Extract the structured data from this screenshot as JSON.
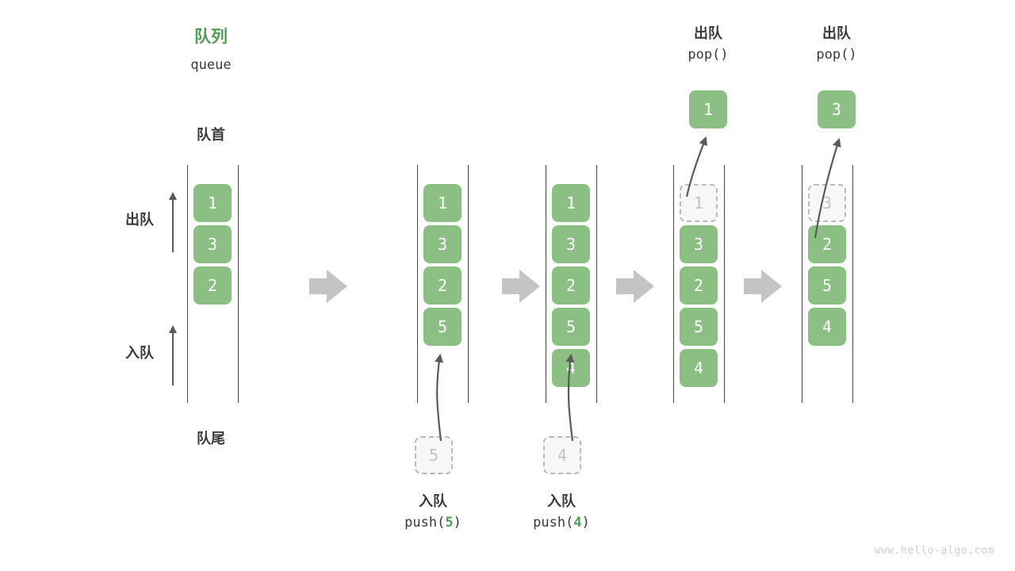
{
  "diagram": {
    "title_cn": "队列",
    "title_en": "queue",
    "head_label": "队首",
    "tail_label": "队尾",
    "dequeue_label": "出队",
    "enqueue_label": "入队",
    "watermark": "www.hello-algo.com",
    "colors": {
      "accent_green": "#4f9e53",
      "cell_green": "#8cbf84",
      "ghost_fill": "#f7f7f7",
      "ghost_border": "#b9b9b9",
      "rail": "#444444",
      "arrow_gray": "#c4c4c4",
      "curve_arrow": "#5a5a5a",
      "text": "#3a3a3a",
      "watermark": "#cfcfcf"
    }
  },
  "steps": [
    {
      "id": "initial",
      "cells": [
        {
          "value": "1",
          "state": "filled"
        },
        {
          "value": "3",
          "state": "filled"
        },
        {
          "value": "2",
          "state": "filled"
        }
      ],
      "op_top": null,
      "op_bottom": null,
      "floating_top": null,
      "floating_bottom": null
    },
    {
      "id": "push-5",
      "cells": [
        {
          "value": "1",
          "state": "filled"
        },
        {
          "value": "3",
          "state": "filled"
        },
        {
          "value": "2",
          "state": "filled"
        },
        {
          "value": "5",
          "state": "filled"
        }
      ],
      "op_top": null,
      "op_bottom": {
        "line1": "入队",
        "call_prefix": "push(",
        "arg": "5",
        "call_suffix": ")"
      },
      "floating_top": null,
      "floating_bottom": {
        "value": "5",
        "state": "ghost"
      }
    },
    {
      "id": "push-4",
      "cells": [
        {
          "value": "1",
          "state": "filled"
        },
        {
          "value": "3",
          "state": "filled"
        },
        {
          "value": "2",
          "state": "filled"
        },
        {
          "value": "5",
          "state": "filled"
        },
        {
          "value": "4",
          "state": "filled"
        }
      ],
      "op_top": null,
      "op_bottom": {
        "line1": "入队",
        "call_prefix": "push(",
        "arg": "4",
        "call_suffix": ")"
      },
      "floating_top": null,
      "floating_bottom": {
        "value": "4",
        "state": "ghost"
      }
    },
    {
      "id": "pop-1",
      "cells": [
        {
          "value": "1",
          "state": "ghost"
        },
        {
          "value": "3",
          "state": "filled"
        },
        {
          "value": "2",
          "state": "filled"
        },
        {
          "value": "5",
          "state": "filled"
        },
        {
          "value": "4",
          "state": "filled"
        }
      ],
      "op_top": {
        "line1": "出队",
        "call_prefix": "pop(",
        "arg": "",
        "call_suffix": ")"
      },
      "op_bottom": null,
      "floating_top": {
        "value": "1",
        "state": "filled"
      },
      "floating_bottom": null
    },
    {
      "id": "pop-3",
      "cells": [
        {
          "value": "3",
          "state": "ghost"
        },
        {
          "value": "2",
          "state": "filled"
        },
        {
          "value": "5",
          "state": "filled"
        },
        {
          "value": "4",
          "state": "filled"
        }
      ],
      "op_top": {
        "line1": "出队",
        "call_prefix": "pop(",
        "arg": "",
        "call_suffix": ")"
      },
      "op_bottom": null,
      "floating_top": {
        "value": "3",
        "state": "filled"
      },
      "floating_bottom": null
    }
  ]
}
